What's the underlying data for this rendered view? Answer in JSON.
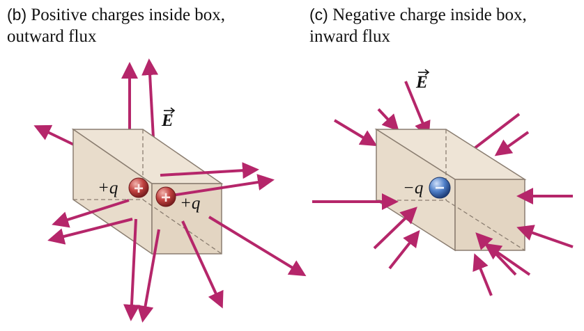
{
  "panels": [
    {
      "id": "b",
      "tag": "(b)",
      "caption_line1": "Positive charges inside box,",
      "caption_line2": "outward flux",
      "field_label": "E",
      "charges": [
        {
          "label": "+q",
          "sign": "+"
        },
        {
          "label": "+q",
          "sign": "+"
        }
      ]
    },
    {
      "id": "c",
      "tag": "(c)",
      "caption_line1": "Negative charge inside box,",
      "caption_line2": "inward flux",
      "field_label": "E",
      "charges": [
        {
          "label": "−q",
          "sign": "−"
        }
      ]
    }
  ],
  "colors": {
    "arrow": "#b5266a",
    "box_face": "#e8dccb",
    "box_edge": "#8a7d70",
    "positive_charge": "#c0413f",
    "negative_charge": "#4f7fc8"
  }
}
